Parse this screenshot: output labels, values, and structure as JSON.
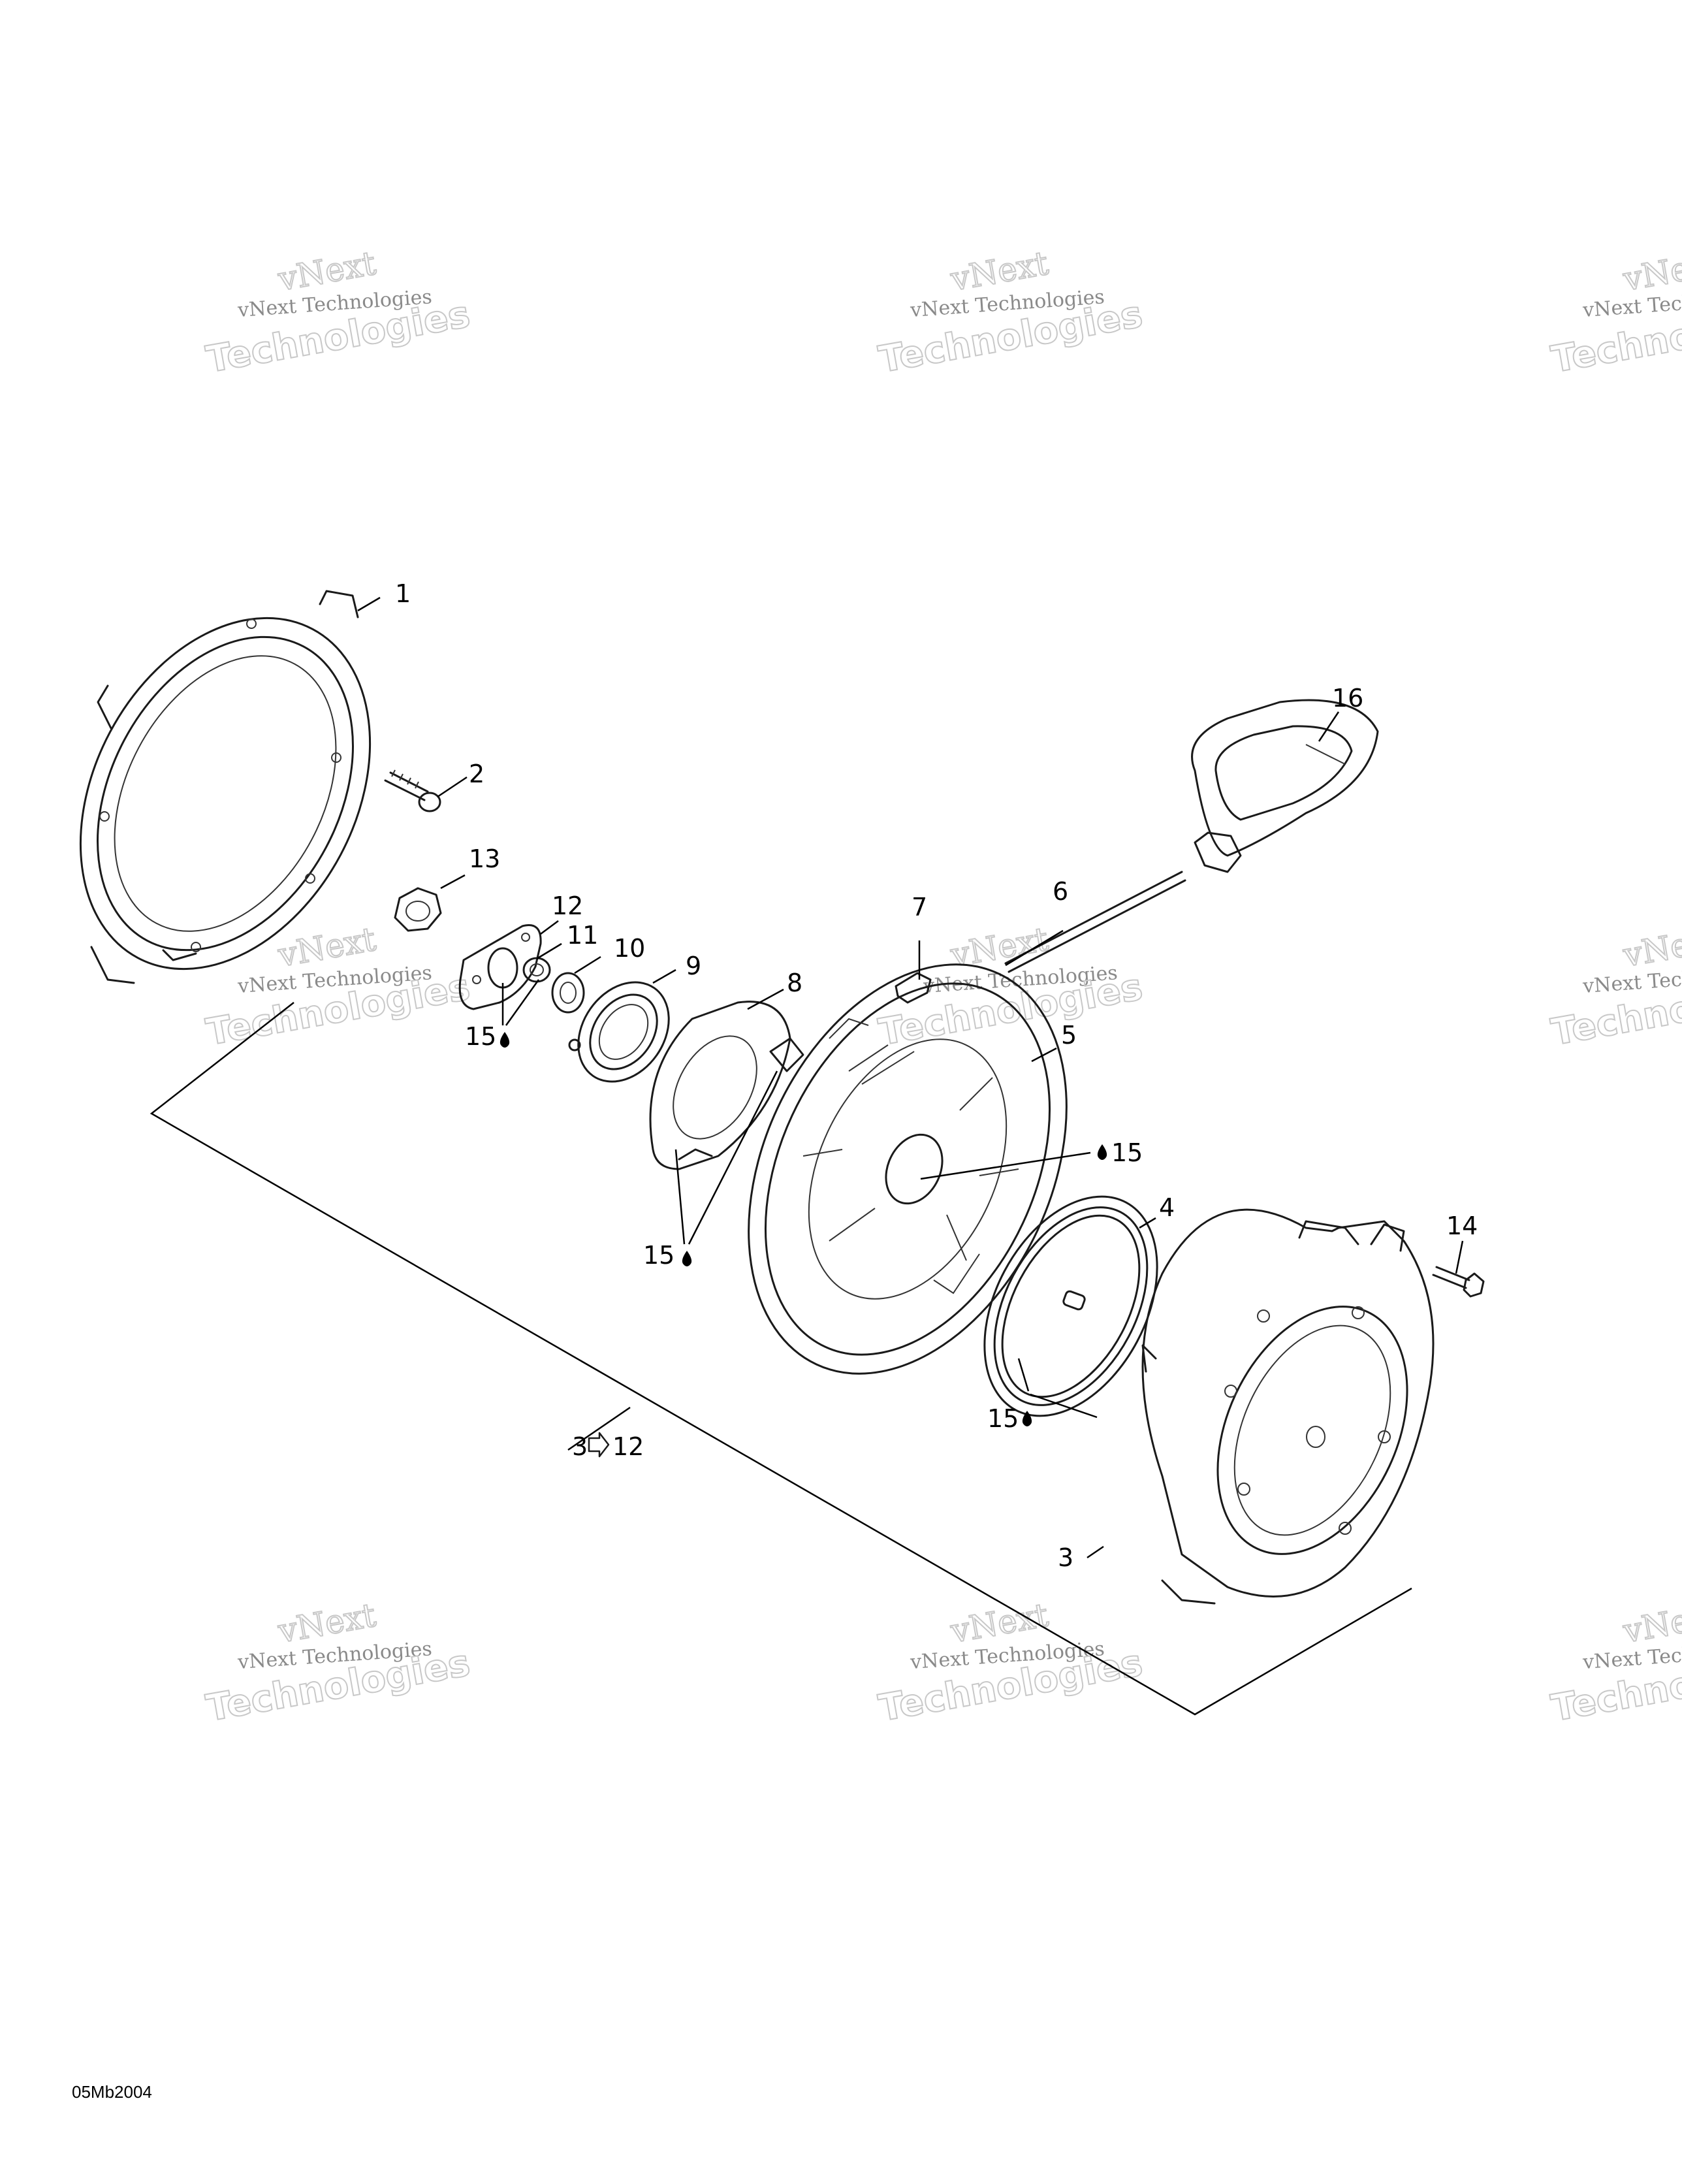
{
  "watermark": {
    "brand": "vNext",
    "line": "vNext Technologies",
    "big": "Technologies"
  },
  "callouts": {
    "c1": "1",
    "c2": "2",
    "c3": "3",
    "c4": "4",
    "c5": "5",
    "c6": "6",
    "c7": "7",
    "c8": "8",
    "c9": "9",
    "c10": "10",
    "c11": "11",
    "c12": "12",
    "c13": "13",
    "c14": "14",
    "c16": "16",
    "c15": "15",
    "c3to12": "3",
    "c3to12_end": "12"
  },
  "drawing_code": "05Mb2004"
}
